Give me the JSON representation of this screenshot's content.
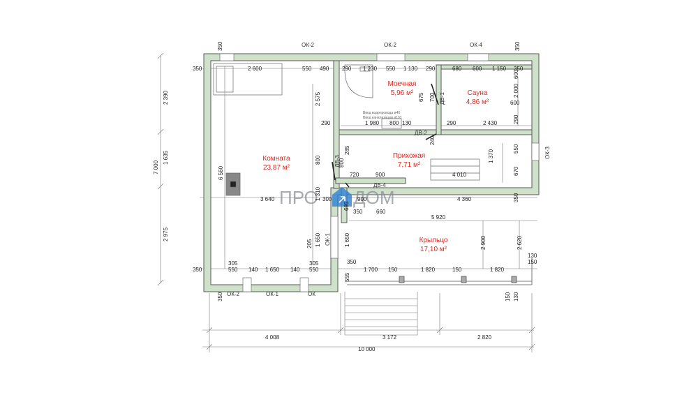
{
  "rooms": {
    "komnata": {
      "name": "Комната",
      "area": "23,87 м²"
    },
    "moechnaya": {
      "name": "Моечная",
      "area": "5,96 м²"
    },
    "sauna": {
      "name": "Сауна",
      "area": "4,86 м²"
    },
    "prihozhaya": {
      "name": "Прихожая",
      "area": "7,71 м²"
    },
    "kryltso": {
      "name": "Крыльцо",
      "area": "17,10 м²"
    }
  },
  "watermark": {
    "left": "ПРО",
    "right": "ДОМ"
  },
  "pipe_notes": {
    "line1": "Ввод водопровода ø40",
    "line2": "Ввод канализации ø110"
  },
  "labels": {
    "ok2_top_left": "ОК-2",
    "ok2_top_mid": "ОК-2",
    "ok4_top": "ОК-4",
    "ok3_right": "ОК-3",
    "ok1_side": "ОК-1",
    "ok2_bottom": "ОК-2",
    "ok1_bottom": "ОК-1",
    "ok_bottom_right": "ОК",
    "dv1": "ДВ-1",
    "dv2": "ДВ-2",
    "dv3": "ДВ-3",
    "dv4": "ДВ-4"
  },
  "dims_top": {
    "a": "350",
    "b": "2 600",
    "c": "550",
    "d": "490",
    "e": "290",
    "f": "1 230",
    "g": "550",
    "h": "1 130",
    "i": "290",
    "j": "680",
    "k": "600",
    "l": "1 150",
    "m": "350",
    "n": "350",
    "o": "350"
  },
  "dims_inner": {
    "d2575": "2 575",
    "d675": "675",
    "d700": "700",
    "d2000": "2 000",
    "d600a": "600",
    "d600b": "600",
    "d290a": "290",
    "d1980": "1 980",
    "d800a": "800",
    "d130": "130",
    "d290b": "290",
    "d2430": "2 430",
    "d290c": "290",
    "d240": "240",
    "d800b": "800",
    "d285": "285",
    "d800c": "800",
    "d1370": "1 370",
    "d550": "550",
    "d720": "720",
    "d900a": "900",
    "d4010": "4 010",
    "d670": "670",
    "d6560": "6 560",
    "d3640": "3 640",
    "d1310": "1 310",
    "d300": "300",
    "d900b": "900",
    "d4360": "4 360",
    "d350r": "350",
    "d695": "695",
    "d350b": "350",
    "d660": "660",
    "d5920": "5 920",
    "d205": "205",
    "d1650a": "1 650",
    "d1650b": "1 650",
    "d2900": "2 900",
    "d2620": "2 620"
  },
  "dims_bottom": {
    "s305a": "305",
    "s305b": "305",
    "s350l": "350",
    "s550a": "550",
    "s140a": "140",
    "s1650": "1 650",
    "s140b": "140",
    "s550b": "550",
    "s350c": "350",
    "s555": "555",
    "s1700": "1 700",
    "s150a": "150",
    "s1820a": "1 820",
    "s150b": "150",
    "s1820b": "1 820",
    "s130a": "130",
    "s150c": "150",
    "s350bl": "350",
    "s150d": "150",
    "s130b": "130",
    "t4008": "4 008",
    "t3172": "3 172",
    "t2820": "2 820",
    "t10000": "10 000"
  },
  "dims_left": {
    "v2390": "2 390",
    "v1635": "1 635",
    "v7000": "7 000",
    "v2975": "2 975"
  },
  "colors": {
    "wall_fill": "#cfe0cb",
    "wall_stroke": "#555a55",
    "room_text": "#e0271f",
    "watermark_icon": "#2d7fd3"
  }
}
